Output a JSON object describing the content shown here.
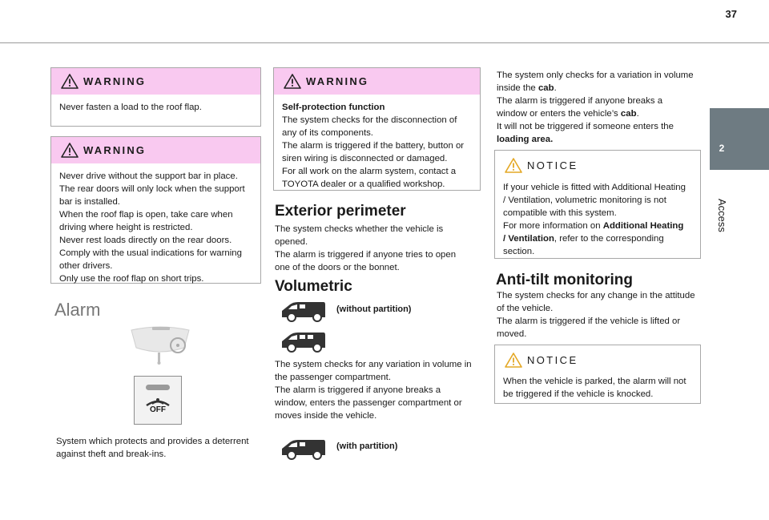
{
  "page_number": "37",
  "side_tab": {
    "number": "2",
    "label": "Access"
  },
  "col1": {
    "warning1": {
      "title": "WARNING",
      "text": "Never fasten a load to the roof flap."
    },
    "warning2": {
      "title": "WARNING",
      "lines": [
        "Never drive without the support bar in place.",
        "The rear doors will only lock when the support",
        "bar is installed.",
        "When the roof flap is open, take care when",
        "driving where height is restricted.",
        "Never rest loads directly on the rear doors.",
        "Comply with the usual indications for warning",
        "other drivers.",
        "Only use the roof flap on short trips."
      ]
    },
    "alarm_heading": "Alarm",
    "button_label": "OFF",
    "alarm_desc_lines": [
      "System which protects and provides a deterrent",
      "against theft and break-ins."
    ]
  },
  "col2": {
    "warning": {
      "title": "WARNING",
      "subtitle": "Self-protection function",
      "lines": [
        "The system checks for the disconnection of",
        "any of its components.",
        "The alarm is triggered if the battery, button or",
        "siren wiring is disconnected or damaged.",
        "For all work on the alarm system, contact a",
        "TOYOTA dealer or a qualified workshop."
      ]
    },
    "exterior_heading": "Exterior perimeter",
    "exterior_lines": [
      "The system checks whether the vehicle is",
      "opened.",
      "The alarm is triggered if anyone tries to open",
      "one of the doors or the bonnet."
    ],
    "volumetric_heading": "Volumetric",
    "without_partition": "(without partition)",
    "volumetric_lines": [
      "The system checks for any variation in volume in",
      "the passenger compartment.",
      "The alarm is triggered if anyone breaks a",
      "window, enters the passenger compartment or",
      "moves inside the vehicle."
    ],
    "with_partition": "(with partition)"
  },
  "col3": {
    "intro": {
      "l1": "The system only checks for a variation in volume",
      "l2a": "inside the ",
      "l2b": "cab",
      "l2c": ".",
      "l3": "The alarm is triggered if anyone breaks a",
      "l4a": "window or enters the vehicle’s ",
      "l4b": "cab",
      "l4c": ".",
      "l5": "It will not be triggered if someone enters the",
      "l6": "loading area."
    },
    "notice1": {
      "title": "NOTICE",
      "l1": "If your vehicle is fitted with Additional Heating",
      "l2": "/ Ventilation, volumetric monitoring is not",
      "l3": "compatible with this system.",
      "l4a": "For more information on ",
      "l4b": "Additional Heating",
      "l5a": "/ Ventilation",
      "l5b": ", refer to the corresponding",
      "l6": "section."
    },
    "antitilt_heading": "Anti-tilt monitoring",
    "antitilt_lines": [
      "The system checks for any change in the attitude",
      "of the vehicle.",
      "The alarm is triggered if the vehicle is lifted or",
      "moved."
    ],
    "notice2": {
      "title": "NOTICE",
      "lines": [
        "When the vehicle is parked, the alarm will not",
        "be triggered if the vehicle is knocked."
      ]
    }
  },
  "colors": {
    "warning_band": "#f9c9f0",
    "side_tab": "#6e7b82",
    "notice_icon": "#e4a825"
  }
}
